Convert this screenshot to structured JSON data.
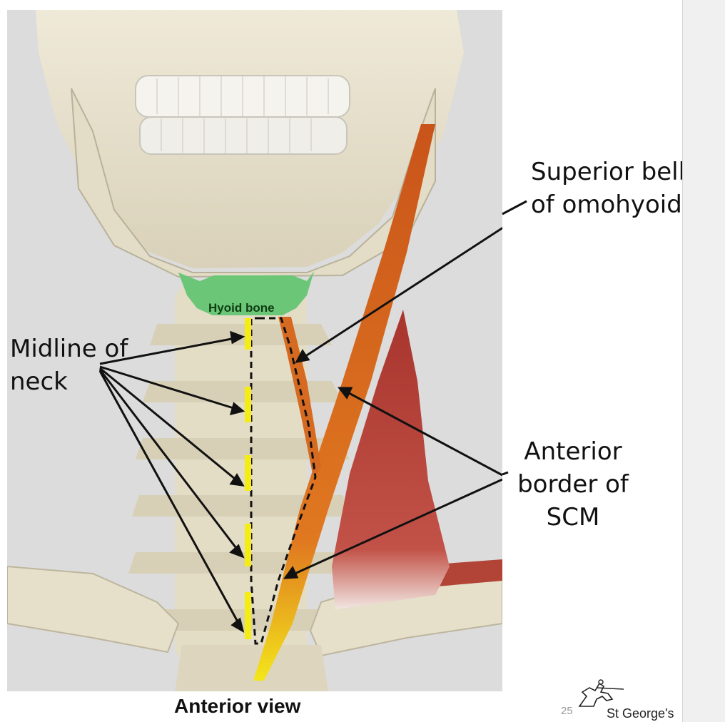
{
  "slide": {
    "caption": "Anterior view",
    "page_number": "25",
    "brand": "St George's"
  },
  "labels": {
    "hyoid": "Hyoid bone",
    "midline_line1": "Midline of",
    "midline_line2": "neck",
    "omohyoid_line1": "Superior belly",
    "omohyoid_line2": "of omohyoid",
    "scm_line1": "Anterior",
    "scm_line2": "border of",
    "scm_line3": "SCM"
  },
  "colors": {
    "background_panel": "#dcdcdc",
    "bone": "#e8e2cf",
    "hyoid": "#6cc678",
    "midline": "#f5ec14",
    "scm_muscle": "#d5631a",
    "omohyoid_tendon": "#f2e81a",
    "trapezius": "#b44a3e"
  },
  "icons": {
    "logo": "knight-on-horse-logo"
  }
}
